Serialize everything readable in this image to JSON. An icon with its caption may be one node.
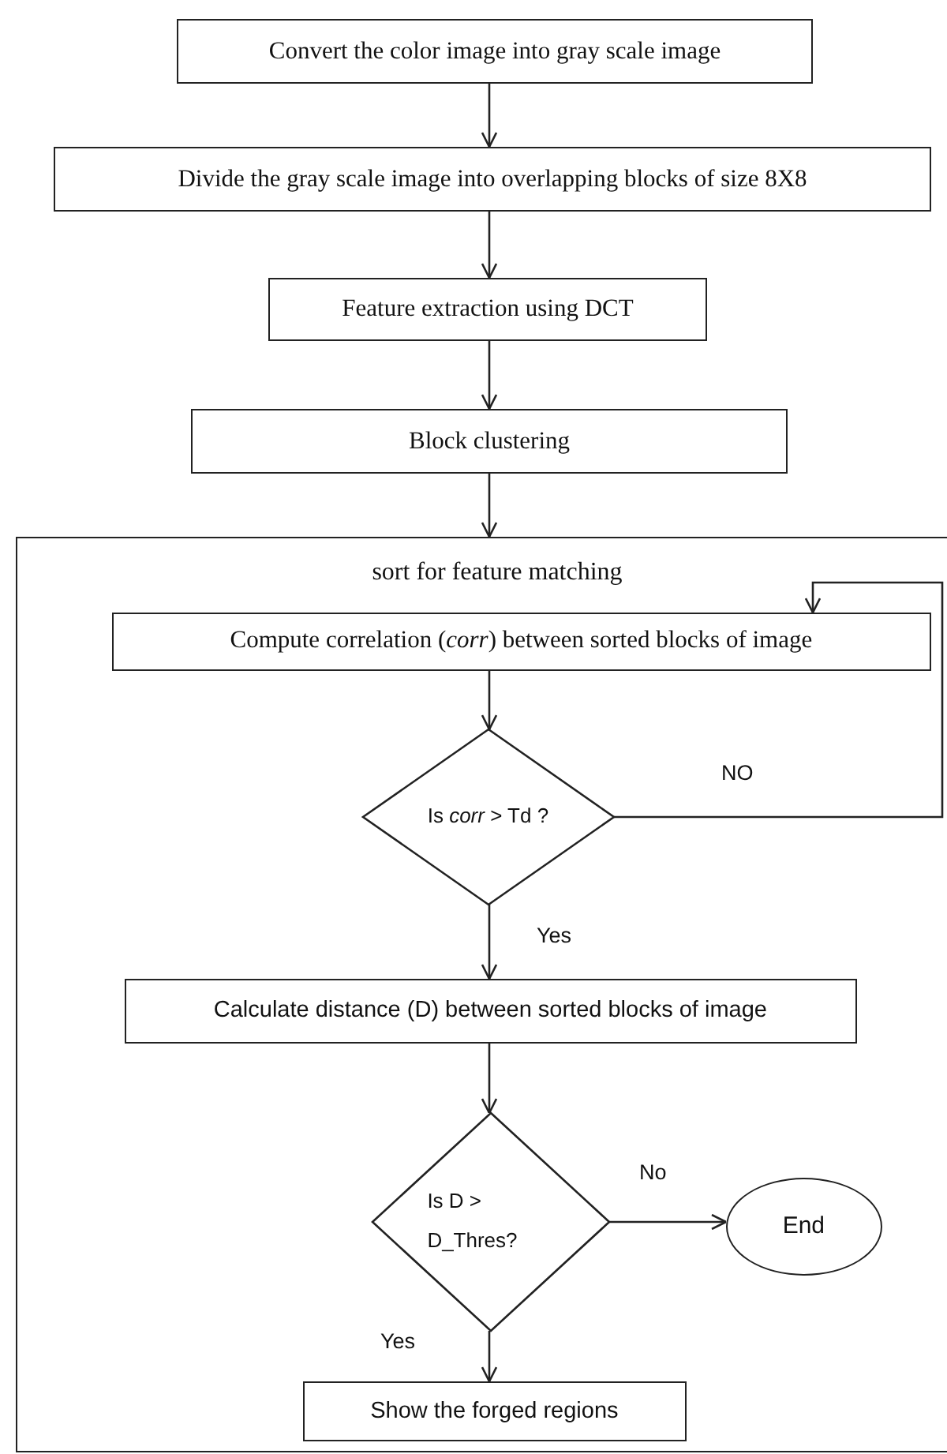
{
  "diagram": {
    "nodes": [
      {
        "text": [
          "Convert the color image into gray scale image"
        ]
      },
      {
        "text": [
          "Divide the gray scale image into overlapping blocks of size 8X8"
        ]
      },
      {
        "text": [
          "Feature extraction using DCT"
        ]
      },
      {
        "text": [
          "Block clustering"
        ]
      },
      {
        "text": [
          "sort for feature matching"
        ]
      },
      {
        "text": [
          "Compute correlation (*corr*) between sorted blocks of image"
        ],
        "in": 4
      },
      {
        "text": [
          "Is *corr* > Td ?"
        ],
        "in": 4
      },
      {
        "text": [
          "Calculate distance (D) between sorted blocks of image"
        ],
        "in": 4
      },
      {
        "text": [
          "Is D > D_Thres?"
        ],
        "in": 4
      },
      {
        "text": [
          "End"
        ],
        "in": 4
      },
      {
        "text": [
          "Show the forged regions"
        ],
        "in": 4
      }
    ],
    "edges": [
      {
        "from": 0,
        "to": 1,
        "arrow": "to"
      },
      {
        "from": 1,
        "to": 2,
        "arrow": "to"
      },
      {
        "from": 2,
        "to": 3,
        "arrow": "to"
      },
      {
        "from": 3,
        "to": 4,
        "arrow": "to"
      },
      {
        "from": 5,
        "to": 6,
        "arrow": "to"
      },
      {
        "from": 6,
        "to": 5,
        "arrow": "to",
        "label": "NO"
      },
      {
        "from": 6,
        "to": 7,
        "arrow": "to",
        "label": "Yes"
      },
      {
        "from": 7,
        "to": 8,
        "arrow": "to"
      },
      {
        "from": 8,
        "to": 9,
        "arrow": "to",
        "label": "No"
      },
      {
        "from": 8,
        "to": 10,
        "arrow": "to",
        "label": "Yes"
      }
    ]
  }
}
